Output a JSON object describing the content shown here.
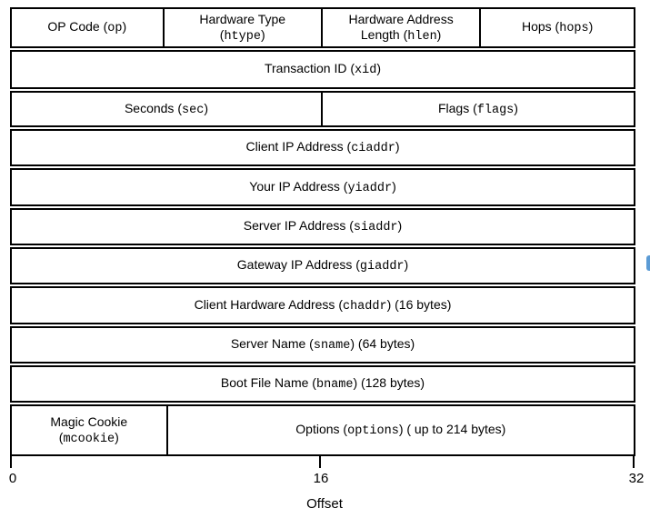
{
  "diagram": {
    "name": "dhcp-packet-format-diagram",
    "rows": [
      {
        "name": "row-op-htype-hlen-hops",
        "height": 45,
        "cells": [
          {
            "name": "field-cell-op",
            "width": 24.2,
            "lines": [
              [
                {
                  "s": "OP Code ("
                },
                {
                  "m": "op"
                },
                {
                  "s": ")"
                }
              ]
            ]
          },
          {
            "name": "field-cell-htype",
            "width": 25.5,
            "lines": [
              [
                {
                  "s": "Hardware Type"
                }
              ],
              [
                {
                  "s": "("
                },
                {
                  "m": "htype"
                },
                {
                  "s": ")"
                }
              ]
            ]
          },
          {
            "name": "field-cell-hlen",
            "width": 25.5,
            "lines": [
              [
                {
                  "s": "Hardware Address"
                }
              ],
              [
                {
                  "s": "Length ("
                },
                {
                  "m": "hlen"
                },
                {
                  "s": ")"
                }
              ]
            ]
          },
          {
            "name": "field-cell-hops",
            "width": 24.8,
            "lines": [
              [
                {
                  "s": "Hops ("
                },
                {
                  "m": "hops"
                },
                {
                  "s": ")"
                }
              ]
            ]
          }
        ]
      },
      {
        "name": "row-xid",
        "height": 43,
        "cells": [
          {
            "name": "field-cell-xid",
            "width": 100,
            "lines": [
              [
                {
                  "s": "Transaction ID ("
                },
                {
                  "m": "xid"
                },
                {
                  "s": ")"
                }
              ]
            ]
          }
        ]
      },
      {
        "name": "row-sec-flags",
        "height": 40,
        "cells": [
          {
            "name": "field-cell-sec",
            "width": 49.7,
            "lines": [
              [
                {
                  "s": "Seconds ("
                },
                {
                  "m": "sec"
                },
                {
                  "s": ")"
                }
              ]
            ]
          },
          {
            "name": "field-cell-flags",
            "width": 50.3,
            "lines": [
              [
                {
                  "s": "Flags ("
                },
                {
                  "m": "flags"
                },
                {
                  "s": ")"
                }
              ]
            ]
          }
        ]
      },
      {
        "name": "row-ciaddr",
        "height": 41,
        "cells": [
          {
            "name": "field-cell-ciaddr",
            "width": 100,
            "lines": [
              [
                {
                  "s": "Client IP Address ("
                },
                {
                  "m": "ciaddr"
                },
                {
                  "s": ")"
                }
              ]
            ]
          }
        ]
      },
      {
        "name": "row-yiaddr",
        "height": 42,
        "cells": [
          {
            "name": "field-cell-yiaddr",
            "width": 100,
            "lines": [
              [
                {
                  "s": "Your IP Address ("
                },
                {
                  "m": "yiaddr"
                },
                {
                  "s": ")"
                }
              ]
            ]
          }
        ]
      },
      {
        "name": "row-siaddr",
        "height": 41,
        "cells": [
          {
            "name": "field-cell-siaddr",
            "width": 100,
            "lines": [
              [
                {
                  "s": "Server IP Address ("
                },
                {
                  "m": "siaddr"
                },
                {
                  "s": ")"
                }
              ]
            ]
          }
        ]
      },
      {
        "name": "row-giaddr",
        "height": 41,
        "cells": [
          {
            "name": "field-cell-giaddr",
            "width": 100,
            "lines": [
              [
                {
                  "s": "Gateway IP Address ("
                },
                {
                  "m": "giaddr"
                },
                {
                  "s": ")"
                }
              ]
            ]
          }
        ]
      },
      {
        "name": "row-chaddr",
        "height": 42,
        "cells": [
          {
            "name": "field-cell-chaddr",
            "width": 100,
            "lines": [
              [
                {
                  "s": "Client Hardware Address ("
                },
                {
                  "m": "chaddr"
                },
                {
                  "s": ") (16 bytes)"
                }
              ]
            ]
          }
        ]
      },
      {
        "name": "row-sname",
        "height": 41,
        "cells": [
          {
            "name": "field-cell-sname",
            "width": 100,
            "lines": [
              [
                {
                  "s": "Server Name ("
                },
                {
                  "m": "sname"
                },
                {
                  "s": ") (64 bytes)"
                }
              ]
            ]
          }
        ]
      },
      {
        "name": "row-bname",
        "height": 41,
        "cells": [
          {
            "name": "field-cell-bname",
            "width": 100,
            "lines": [
              [
                {
                  "s": "Boot File Name ("
                },
                {
                  "m": "bname"
                },
                {
                  "s": ") (128 bytes)"
                }
              ]
            ]
          }
        ]
      },
      {
        "name": "row-mcookie-options",
        "height": 57,
        "cells": [
          {
            "name": "field-cell-mcookie",
            "width": 24.8,
            "lines": [
              [
                {
                  "s": "Magic Cookie"
                }
              ],
              [
                {
                  "s": "("
                },
                {
                  "m": "mcookie"
                },
                {
                  "s": ")"
                }
              ]
            ]
          },
          {
            "name": "field-cell-options",
            "width": 75.2,
            "lines": [
              [
                {
                  "s": "Options ("
                },
                {
                  "m": "options"
                },
                {
                  "s": ") ( up to 214 bytes)"
                }
              ]
            ]
          }
        ]
      }
    ]
  },
  "axis": {
    "ticks": [
      {
        "label": "0"
      },
      {
        "label": "16"
      },
      {
        "label": "32"
      }
    ],
    "title": "Offset"
  },
  "artifact_color": "#5b9bd5"
}
